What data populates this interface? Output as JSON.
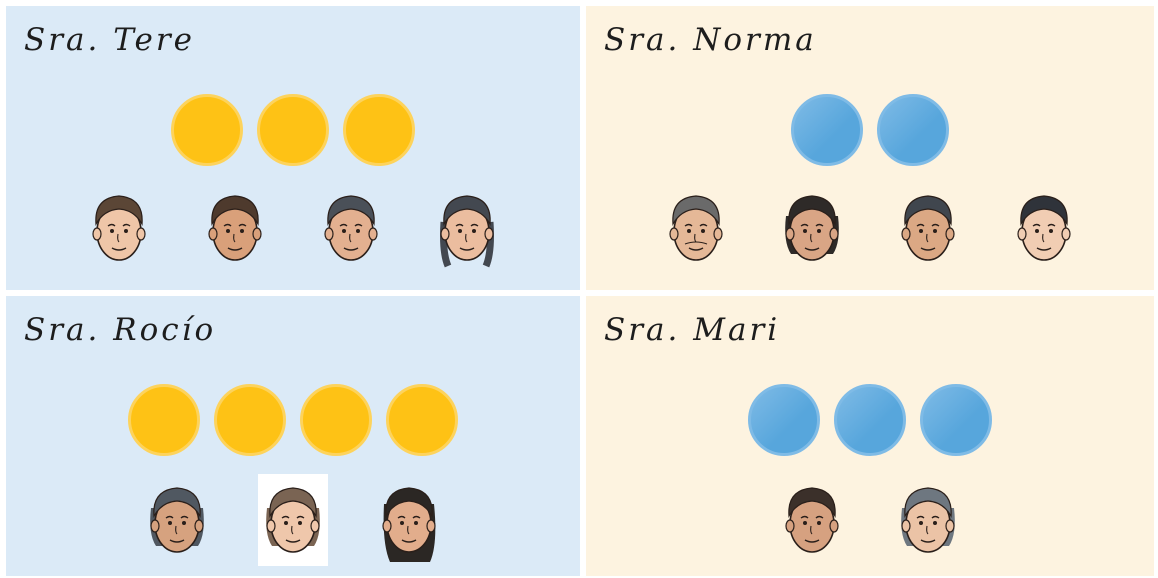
{
  "colors": {
    "panel_blue": "#dbeaf7",
    "panel_cream": "#fdf3e0",
    "counter_yellow": "#fec215",
    "counter_yellow_border": "#fdd35c",
    "counter_blue": "#57a6dc",
    "counter_blue_border": "#7fbbe6"
  },
  "panels": [
    {
      "title": "Sra. Tere",
      "background": "#dbeaf7",
      "counter_icon": "yellow-circle-icon",
      "counter_count": 3,
      "faces": [
        {
          "icon": "boy-face-icon",
          "hair": "#5b4636",
          "skin": "#efc6a8"
        },
        {
          "icon": "boy-face-icon",
          "hair": "#4e3a2d",
          "skin": "#d9a07a"
        },
        {
          "icon": "boy-face-icon",
          "hair": "#4a5058",
          "skin": "#e3b090"
        },
        {
          "icon": "girl-braids-face-icon",
          "hair": "#434850",
          "skin": "#ebbd9f"
        }
      ]
    },
    {
      "title": "Sra. Norma",
      "background": "#fdf3e0",
      "counter_icon": "blue-circle-icon",
      "counter_count": 2,
      "faces": [
        {
          "icon": "man-face-icon",
          "hair": "#6a6a6a",
          "skin": "#e5b897"
        },
        {
          "icon": "woman-face-icon",
          "hair": "#2e2a28",
          "skin": "#d9a585"
        },
        {
          "icon": "boy-face-icon",
          "hair": "#40464e",
          "skin": "#dba884"
        },
        {
          "icon": "boy-face-icon",
          "hair": "#2f333a",
          "skin": "#f1cdb3"
        }
      ]
    },
    {
      "title": "Sra. Rocío",
      "background": "#dbeaf7",
      "counter_icon": "yellow-circle-icon",
      "counter_count": 4,
      "faces": [
        {
          "icon": "woman-face-icon",
          "hair": "#505861",
          "skin": "#d6a27f"
        },
        {
          "icon": "girl-face-icon",
          "hair": "#7a6453",
          "skin": "#efc7ab"
        },
        {
          "icon": "long-hair-face-icon",
          "hair": "#2b2724",
          "skin": "#e2ad8c"
        }
      ]
    },
    {
      "title": "Sra. Mari",
      "background": "#fdf3e0",
      "counter_icon": "blue-circle-icon",
      "counter_count": 3,
      "faces": [
        {
          "icon": "boy-face-icon",
          "hair": "#3b302a",
          "skin": "#d6a180"
        },
        {
          "icon": "woman-face-icon",
          "hair": "#6e7780",
          "skin": "#ebc3a6"
        }
      ]
    }
  ]
}
